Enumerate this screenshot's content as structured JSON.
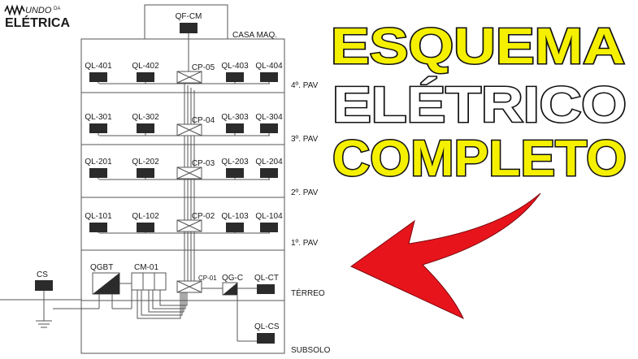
{
  "logo": {
    "line1": "UNDO",
    "line1b": "DA",
    "line2": "ELÉTRICA"
  },
  "title": {
    "lines": [
      "ESQUEMA",
      "ELÉTRICO",
      "COMPLETO"
    ],
    "colors": [
      "#f4f000",
      "#ffffff",
      "#f4f000"
    ]
  },
  "arrow_color": "#e8141c",
  "machine_room": {
    "panel": "QF-CM",
    "floor": "CASA MAQ."
  },
  "floors": [
    {
      "name": "4º. PAV",
      "panels": [
        "QL-401",
        "QL-402",
        "QL-403",
        "QL-404"
      ],
      "cp": "CP-05"
    },
    {
      "name": "3º. PAV",
      "panels": [
        "QL-301",
        "QL-302",
        "QL-303",
        "QL-304"
      ],
      "cp": "CP-04"
    },
    {
      "name": "2º. PAV",
      "panels": [
        "QL-201",
        "QL-202",
        "QL-203",
        "QL-204"
      ],
      "cp": "CP-03"
    },
    {
      "name": "1º. PAV",
      "panels": [
        "QL-101",
        "QL-102",
        "QL-103",
        "QL-104"
      ],
      "cp": "CP-02"
    }
  ],
  "ground": {
    "floor": "TÉRREO",
    "cs": "CS",
    "qgbt": "QGBT",
    "cm": "CM-01",
    "cp": "CP-01",
    "qgc": "QG-C",
    "qlct": "QL-CT"
  },
  "basement": {
    "floor": "SUBSOLO",
    "panel": "QL-CS"
  }
}
